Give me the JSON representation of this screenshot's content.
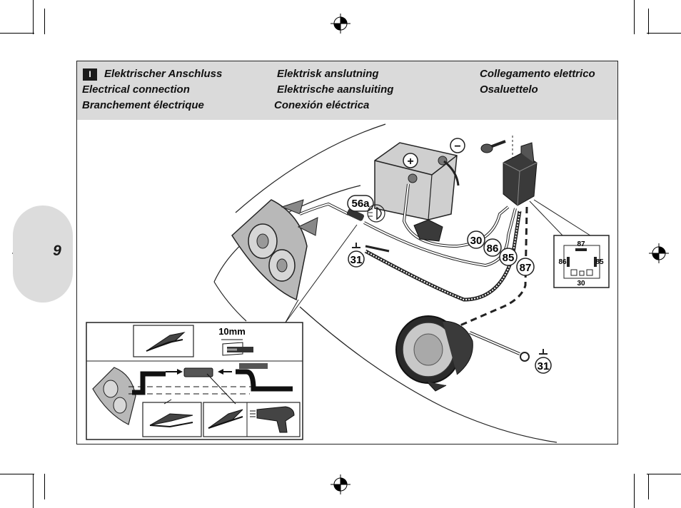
{
  "page": {
    "number": "9"
  },
  "header": {
    "badge": "I",
    "titles": [
      "Elektrischer Anschluss",
      "Elektrisk anslutning",
      "Collegamento elettrico",
      "Electrical connection",
      "Elektrische aansluiting",
      "Osaluettelo",
      "Branchement électrique",
      "Conexión eléctrica"
    ]
  },
  "diagram": {
    "terminal_labels": [
      "56a",
      "30",
      "86",
      "85",
      "87"
    ],
    "ground_label": "31",
    "relay_pins": {
      "top": "87",
      "left": "86",
      "right": "85",
      "bottom": "30"
    },
    "inset_measure": "10mm",
    "battery_plus": "+",
    "battery_minus": "−"
  }
}
